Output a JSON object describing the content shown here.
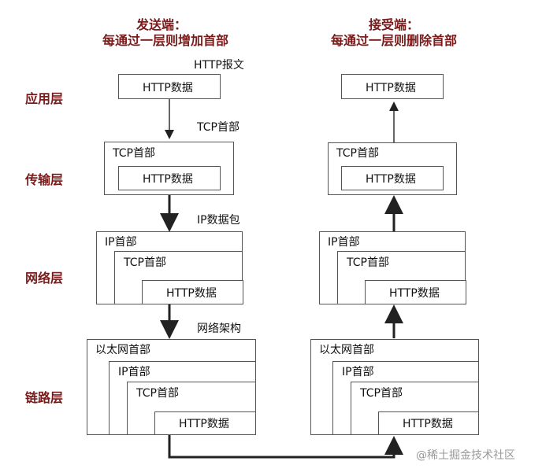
{
  "sender": {
    "title": "发送端：",
    "subtitle": "每通过一层则增加首部"
  },
  "receiver": {
    "title": "接受端：",
    "subtitle": "每通过一层则删除首部"
  },
  "layers": {
    "application": "应用层",
    "transport": "传输层",
    "network": "网络层",
    "link": "链路层"
  },
  "annotations": {
    "http_message": "HTTP报文",
    "tcp_header": "TCP首部",
    "ip_packet": "IP数据包",
    "network_frame": "网络架构"
  },
  "labels": {
    "http_data": "HTTP数据",
    "tcp_header": "TCP首部",
    "ip_header": "IP首部",
    "ethernet_header": "以太网首部"
  },
  "watermark": "@稀土掘金技术社区"
}
